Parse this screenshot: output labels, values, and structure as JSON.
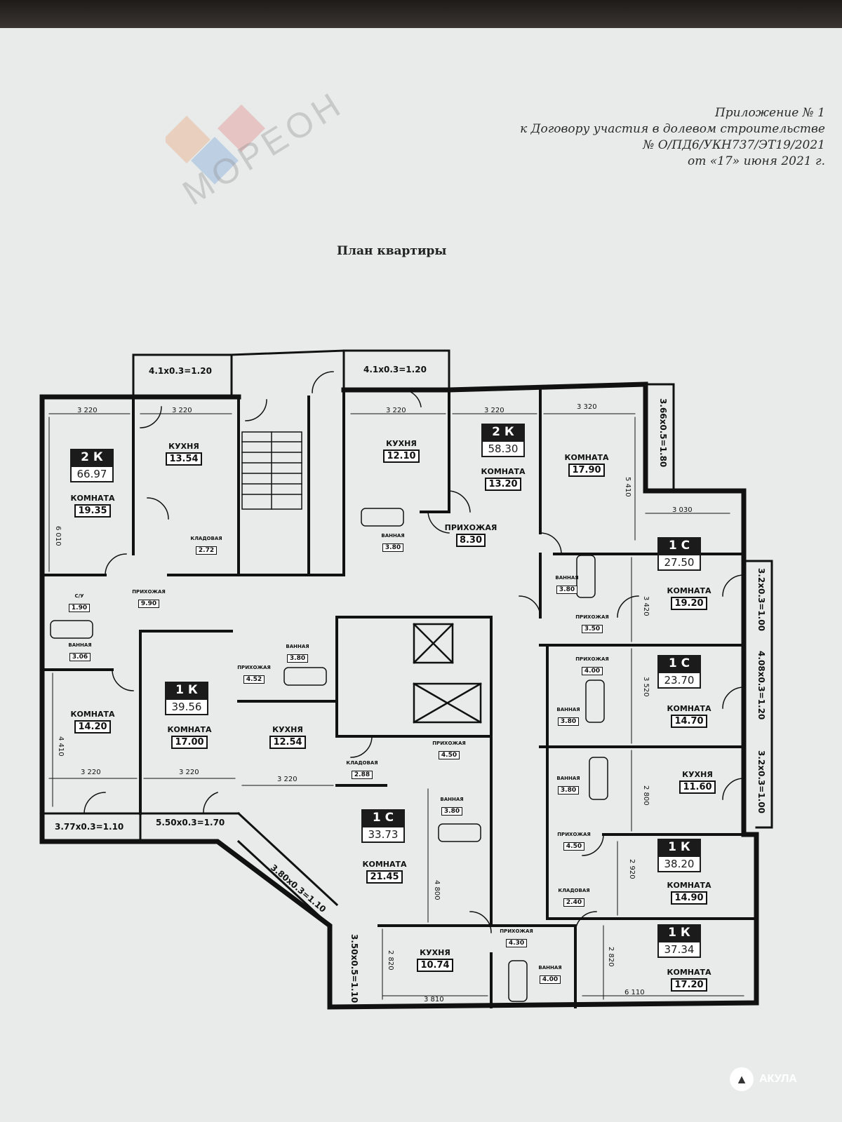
{
  "header": {
    "appendix_lines": [
      "Приложение № 1",
      "к Договору участия в долевом строительстве",
      "№ О/ПД6/УКН737/ЭТ19/2021",
      "от «17» июня 2021 г."
    ],
    "title": "План квартиры"
  },
  "watermark": {
    "text": "МОРЕОН",
    "colors": [
      "#e8a77a",
      "#e08a8a",
      "#7aa6d6"
    ]
  },
  "apartments": [
    {
      "type": "2 К",
      "area": "66.97"
    },
    {
      "type": "2 К",
      "area": "58.30"
    },
    {
      "type": "1 С",
      "area": "27.50"
    },
    {
      "type": "1 С",
      "area": "23.70"
    },
    {
      "type": "1 К",
      "area": "39.56"
    },
    {
      "type": "1 С",
      "area": "33.73"
    },
    {
      "type": "1 К",
      "area": "38.20"
    },
    {
      "type": "1 К",
      "area": "37.34"
    }
  ],
  "rooms": [
    {
      "name": "КОМНАТА",
      "area": "19.35"
    },
    {
      "name": "КУХНЯ",
      "area": "13.54"
    },
    {
      "name": "КУХНЯ",
      "area": "12.10"
    },
    {
      "name": "КОМНАТА",
      "area": "13.20"
    },
    {
      "name": "КОМНАТА",
      "area": "17.90"
    },
    {
      "name": "ПРИХОЖАЯ",
      "area": "8.30"
    },
    {
      "name": "КОМНАТА",
      "area": "19.20"
    },
    {
      "name": "КОМНАТА",
      "area": "14.70"
    },
    {
      "name": "КУХНЯ",
      "area": "11.60"
    },
    {
      "name": "КОМНАТА",
      "area": "14.20"
    },
    {
      "name": "КОМНАТА",
      "area": "17.00"
    },
    {
      "name": "КУХНЯ",
      "area": "12.54"
    },
    {
      "name": "КОМНАТА",
      "area": "21.45"
    },
    {
      "name": "КОМНАТА",
      "area": "14.90"
    },
    {
      "name": "КУХНЯ",
      "area": "10.74"
    },
    {
      "name": "КОМНАТА",
      "area": "17.20"
    }
  ],
  "small_rooms": [
    {
      "name": "КЛАДОВАЯ",
      "area": "2.72"
    },
    {
      "name": "ВАННАЯ",
      "area": "3.80"
    },
    {
      "name": "С/У",
      "area": "1.90"
    },
    {
      "name": "ПРИХОЖАЯ",
      "area": "9.90"
    },
    {
      "name": "ВАННАЯ",
      "area": "3.06"
    },
    {
      "name": "ПРИХОЖАЯ",
      "area": "4.52"
    },
    {
      "name": "ВАННАЯ",
      "area": "3.80"
    },
    {
      "name": "ВАННАЯ",
      "area": "3.80"
    },
    {
      "name": "ПРИХОЖАЯ",
      "area": "3.50"
    },
    {
      "name": "ПРИХОЖАЯ",
      "area": "4.00"
    },
    {
      "name": "ВАННАЯ",
      "area": "3.80"
    },
    {
      "name": "ВАННАЯ",
      "area": "3.80"
    },
    {
      "name": "КЛАДОВАЯ",
      "area": "2.88"
    },
    {
      "name": "ПРИХОЖАЯ",
      "area": "4.50"
    },
    {
      "name": "ВАННАЯ",
      "area": "3.80"
    },
    {
      "name": "ПРИХОЖАЯ",
      "area": "4.50"
    },
    {
      "name": "КЛАДОВАЯ",
      "area": "2.40"
    },
    {
      "name": "ПРИХОЖАЯ",
      "area": "4.30"
    },
    {
      "name": "ВАННАЯ",
      "area": "4.00"
    }
  ],
  "dimensions": [
    "3 220",
    "3 220",
    "3 220",
    "3 220",
    "3 320",
    "3 030",
    "3 220",
    "3 220",
    "3 220",
    "3 810",
    "6 110",
    "6 010",
    "5 410",
    "3 420",
    "3 520",
    "2 800",
    "4 410",
    "4 800",
    "2 920",
    "2 820",
    "2 820"
  ],
  "balconies": [
    "4.1x0.3=1.20",
    "4.1x0.3=1.20",
    "3.66x0.5=1.80",
    "3.2x0.3=1.00",
    "4.08x0.3=1.20",
    "3.2x0.3=1.00",
    "3.77x0.3=1.10",
    "5.50x0.3=1.70",
    "3.80x0.3=1.10",
    "3.50x0.5=1.10"
  ],
  "footer": {
    "brand": "АКУЛА"
  }
}
